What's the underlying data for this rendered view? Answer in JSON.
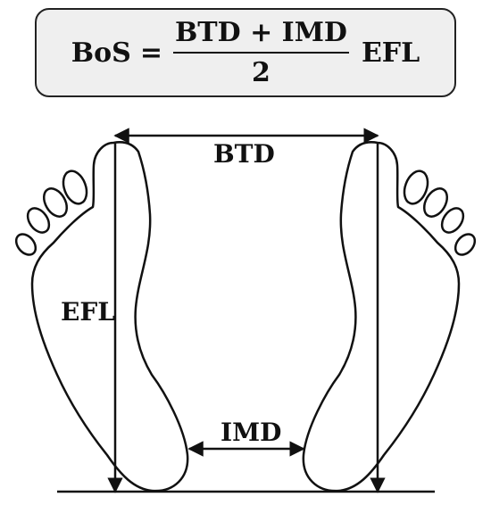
{
  "formula": {
    "lhs": "BoS",
    "equals": "=",
    "numerator": "BTD + IMD",
    "denominator": "2",
    "factor": "EFL"
  },
  "labels": {
    "btd": "BTD",
    "imd": "IMD",
    "efl": "EFL"
  }
}
